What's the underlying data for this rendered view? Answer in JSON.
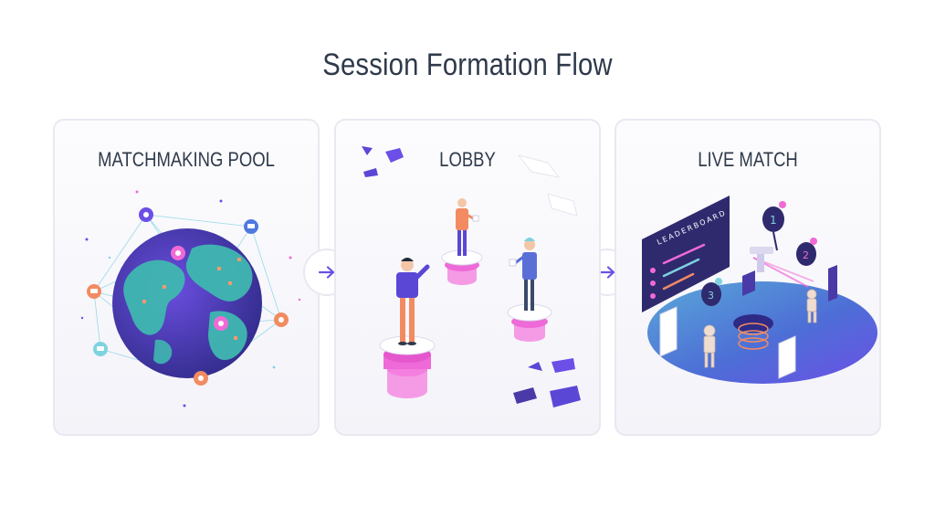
{
  "title": "Session Formation Flow",
  "stages": [
    {
      "label": "MATCHMAKING POOL",
      "illustration": "globe-network-icon"
    },
    {
      "label": "LOBBY",
      "illustration": "players-on-pedestals-icon"
    },
    {
      "label": "LIVE MATCH",
      "illustration": "arena-leaderboard-icon"
    }
  ],
  "connectors": [
    "arrow-right-icon",
    "arrow-right-icon"
  ],
  "leaderboard": {
    "heading": "LEADERBOARD"
  },
  "colors": {
    "title": "#2f3a4b",
    "accent": "#6b4fe6",
    "card_border": "#e9e8f1",
    "globe": "#4a3aa8",
    "land": "#3fb7b0",
    "pink": "#f06ad6"
  }
}
